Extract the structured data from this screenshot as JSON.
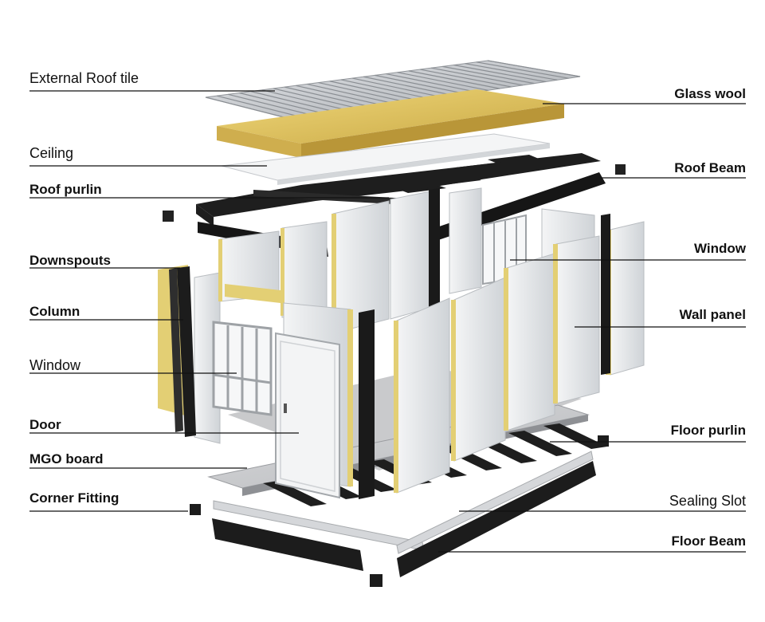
{
  "labels": {
    "left": {
      "external_roof_tile": "External Roof tile",
      "ceiling": "Ceiling",
      "roof_purlin": "Roof purlin",
      "downspouts": "Downspouts",
      "column": "Column",
      "window": "Window",
      "door": "Door",
      "mgo_board": "MGO board",
      "corner_fitting": "Corner Fitting"
    },
    "right": {
      "glass_wool": "Glass wool",
      "roof_beam": "Roof Beam",
      "window": "Window",
      "wall_panel": "Wall panel",
      "floor_purlin": "Floor purlin",
      "sealing_slot": "Sealing Slot",
      "floor_beam": "Floor Beam"
    }
  },
  "colors": {
    "steel_dark": "#1e1e1e",
    "panel_face": "#e9ebed",
    "panel_core": "#e3cf74",
    "glass_wool": "#dcc25e",
    "roof_tile": "#c9ccd0",
    "leader_line": "#111111"
  }
}
